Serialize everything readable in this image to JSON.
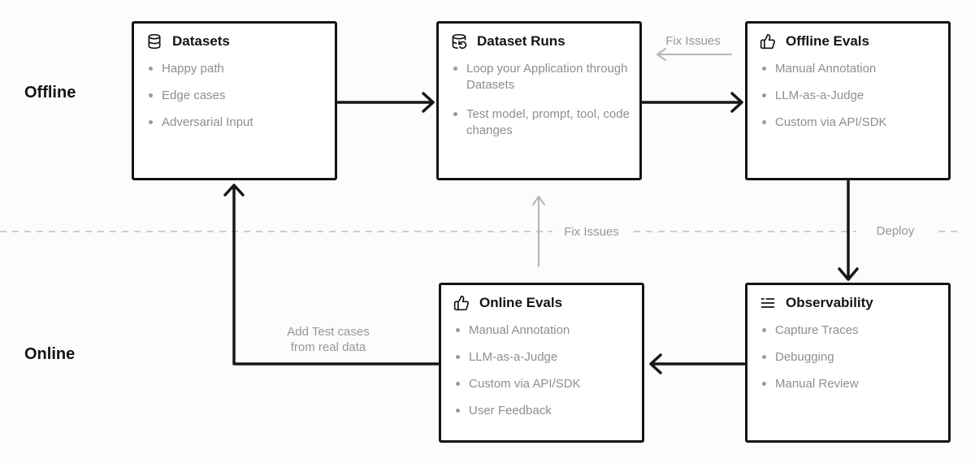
{
  "lanes": {
    "offline": "Offline",
    "online": "Online"
  },
  "boxes": {
    "datasets": {
      "title": "Datasets",
      "icon": "database-icon",
      "items": [
        "Happy path",
        "Edge cases",
        "Adversarial Input"
      ]
    },
    "dataset_runs": {
      "title": "Dataset Runs",
      "icon": "database-loop-icon",
      "items": [
        "Loop your Application through Datasets",
        "Test model, prompt, tool, code changes"
      ]
    },
    "offline_evals": {
      "title": "Offline Evals",
      "icon": "thumbs-up-icon",
      "items": [
        "Manual Annotation",
        "LLM-as-a-Judge",
        "Custom via API/SDK"
      ]
    },
    "online_evals": {
      "title": "Online Evals",
      "icon": "thumbs-up-icon",
      "items": [
        "Manual Annotation",
        "LLM-as-a-Judge",
        "Custom via API/SDK",
        "User Feedback"
      ]
    },
    "observability": {
      "title": "Observability",
      "icon": "log-list-icon",
      "items": [
        "Capture Traces",
        "Debugging",
        "Manual Review"
      ]
    }
  },
  "edge_labels": {
    "fix_issues_top": "Fix Issues",
    "fix_issues_middle": "Fix Issues",
    "deploy": "Deploy",
    "add_test_cases_line1": "Add Test cases",
    "add_test_cases_line2": "from real data"
  },
  "colors": {
    "background": "#fcfcfc",
    "box_border": "#141414",
    "title_text": "#141414",
    "bullet_text": "#8e8e8e",
    "edge_label_text": "#979797",
    "black_arrow": "#161616",
    "gray_arrow": "#b5b5b5",
    "divider_dash": "#cdcdcd"
  }
}
